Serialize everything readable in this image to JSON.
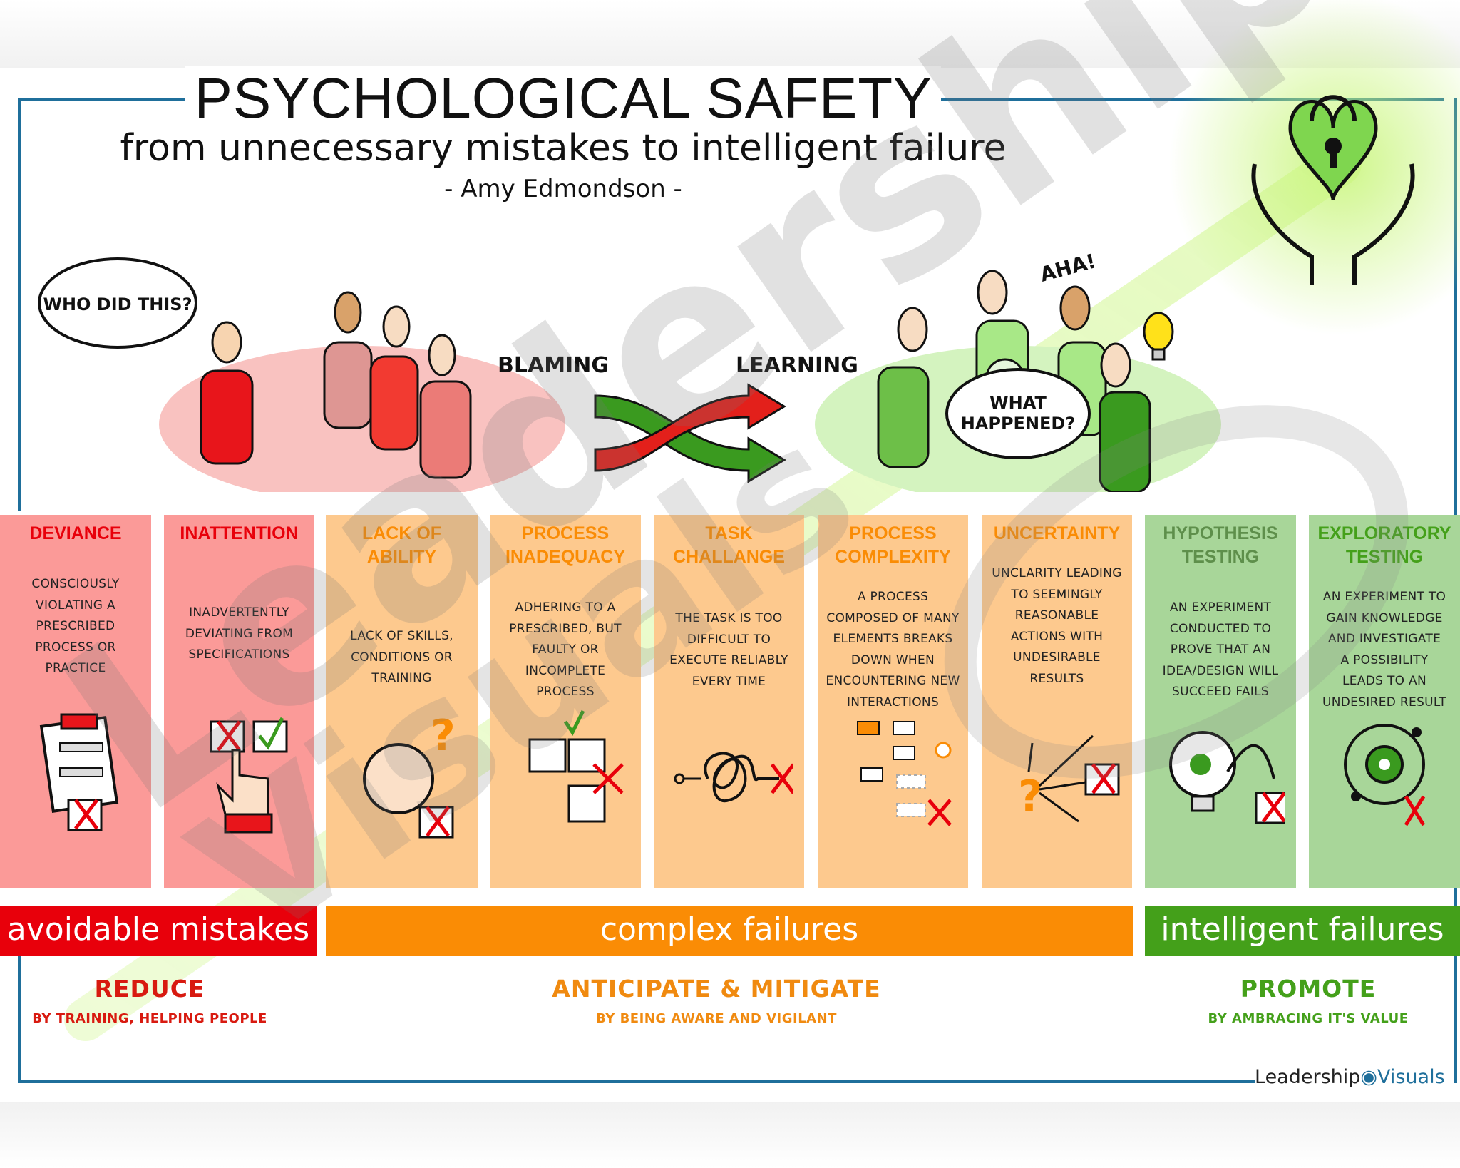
{
  "header": {
    "title": "PSYCHOLOGICAL SAFETY",
    "subtitle": "from unnecessary mistakes to intelligent failure",
    "author": "- Amy Edmondson -"
  },
  "scene": {
    "speech_blame": "WHO DID THIS?",
    "label_blaming": "BLAMING",
    "label_learning": "LEARNING",
    "exclaim": "AHA!",
    "speech_learn_1": "WHAT",
    "speech_learn_2": "HAPPENED?",
    "icon_top_right": "heart-lock-in-hands-icon"
  },
  "colors": {
    "red": "#e8000b",
    "red_bg": "#fb9a98",
    "orange": "#fa8c05",
    "orange_bg": "#fdc98e",
    "green": "#44a01a",
    "green_bg": "#a8d699",
    "frame": "#1f6f9b"
  },
  "columns": [
    {
      "title": [
        "DEVIANCE"
      ],
      "text": [
        "CONSCIOUSLY",
        "VIOLATING A",
        "PRESCRIBED",
        "PROCESS OR",
        "PRACTICE"
      ],
      "group": "red",
      "icon": "torn-clipboard-icon"
    },
    {
      "title": [
        "INATTENTION"
      ],
      "text": [
        "INADVERTENTLY",
        "DEVIATING FROM",
        "SPECIFICATIONS"
      ],
      "group": "red",
      "icon": "hand-checkbox-icon"
    },
    {
      "title": [
        "LACK OF",
        "ABILITY"
      ],
      "text": [
        "LACK OF SKILLS,",
        "CONDITIONS OR",
        "TRAINING"
      ],
      "group": "orange",
      "icon": "confused-face-icon"
    },
    {
      "title": [
        "PROCESS",
        "INADEQUACY"
      ],
      "text": [
        "ADHERING TO A",
        "PRESCRIBED, BUT",
        "FAULTY OR",
        "INCOMPLETE",
        "PROCESS"
      ],
      "group": "orange",
      "icon": "puzzle-icon"
    },
    {
      "title": [
        "TASK",
        "CHALLANGE"
      ],
      "text": [
        "THE TASK IS TOO",
        "DIFFICULT TO",
        "EXECUTE RELIABLY",
        "EVERY TIME"
      ],
      "group": "orange",
      "icon": "tangle-icon"
    },
    {
      "title": [
        "PROCESS",
        "COMPLEXITY"
      ],
      "text": [
        "A PROCESS",
        "COMPOSED OF MANY",
        "ELEMENTS BREAKS",
        "DOWN WHEN",
        "ENCOUNTERING NEW",
        "INTERACTIONS"
      ],
      "group": "orange",
      "icon": "flowchart-icon"
    },
    {
      "title": [
        "UNCERTAINTY"
      ],
      "text": [
        "UNCLARITY LEADING",
        "TO SEEMINGLY",
        "REASONABLE",
        "ACTIONS WITH",
        "UNDESIRABLE",
        "RESULTS"
      ],
      "group": "orange",
      "icon": "diverging-arrows-icon"
    },
    {
      "title": [
        "HYPOTHESIS",
        "TESTING"
      ],
      "text": [
        "AN EXPERIMENT",
        "CONDUCTED TO",
        "PROVE THAT AN",
        "IDEA/DESIGN WILL",
        "SUCCEED FAILS"
      ],
      "group": "green",
      "icon": "lightbulb-icon"
    },
    {
      "title": [
        "EXPLORATORY",
        "TESTING"
      ],
      "text": [
        "AN EXPERIMENT TO",
        "GAIN KNOWLEDGE",
        "AND  INVESTIGATE",
        "A POSSIBILITY",
        "LEADS TO AN",
        "UNDESIRED RESULT"
      ],
      "group": "green",
      "icon": "gear-cycle-icon"
    }
  ],
  "bands": [
    {
      "label": "avoidable mistakes",
      "group": "red"
    },
    {
      "label": "complex failures",
      "group": "orange"
    },
    {
      "label": "intelligent failures",
      "group": "green"
    }
  ],
  "actions": [
    {
      "title": "REDUCE",
      "text": "BY TRAINING, HELPING PEOPLE",
      "group": "red"
    },
    {
      "title": "ANTICIPATE & MITIGATE",
      "text": "BY BEING AWARE AND VIGILANT",
      "group": "orange"
    },
    {
      "title": "PROMOTE",
      "text": "BY AMBRACING IT'S VALUE",
      "group": "green"
    }
  ],
  "logo": {
    "part1": "Leadership",
    "part2": "Visuals"
  },
  "watermark": "LeadershipVisuals"
}
